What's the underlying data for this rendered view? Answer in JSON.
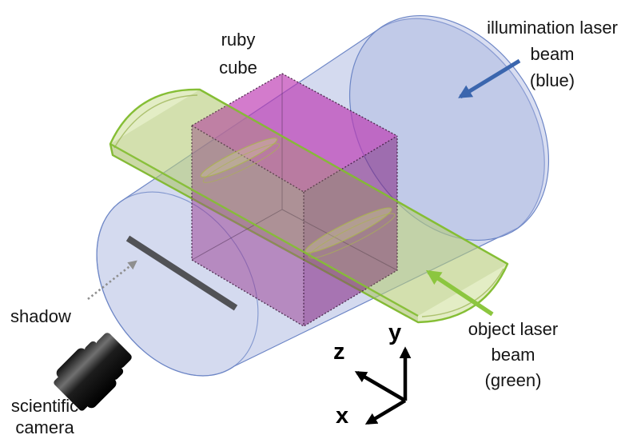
{
  "figure": {
    "labels": {
      "ruby_cube": {
        "line1": "ruby",
        "line2": "cube"
      },
      "illumination_beam": {
        "line1": "illumination laser",
        "line2": "beam",
        "line3": "(blue)"
      },
      "object_beam": {
        "line1": "object laser",
        "line2": "beam",
        "line3": "(green)"
      },
      "shadow": "shadow",
      "camera": {
        "line1": "scientific",
        "line2": "camera"
      }
    },
    "axes": {
      "x": "x",
      "y": "y",
      "z": "z"
    },
    "colors": {
      "illumination_cylinder_fill": "#aab6df",
      "illumination_cylinder_stroke": "#6d86c6",
      "object_beam_fill": "#c7dc8c",
      "object_beam_stroke": "#85be35",
      "object_beam_inner_contour": "#96af4b",
      "ruby_cube_top_fill": "#bc37b2",
      "ruby_cube_left_fill": "#983a91",
      "ruby_cube_right_fill": "#822080",
      "cube_edge": "#3a1638",
      "cross_section_stroke": "#aab450",
      "cross_section_fill": "#dce0a0",
      "shadow_bar": "#47474a",
      "arrow_blue": "#3b66ae",
      "arrow_green": "#8cc63f",
      "arrow_gray": "#8f8f8f",
      "axes_color": "#000000"
    }
  }
}
